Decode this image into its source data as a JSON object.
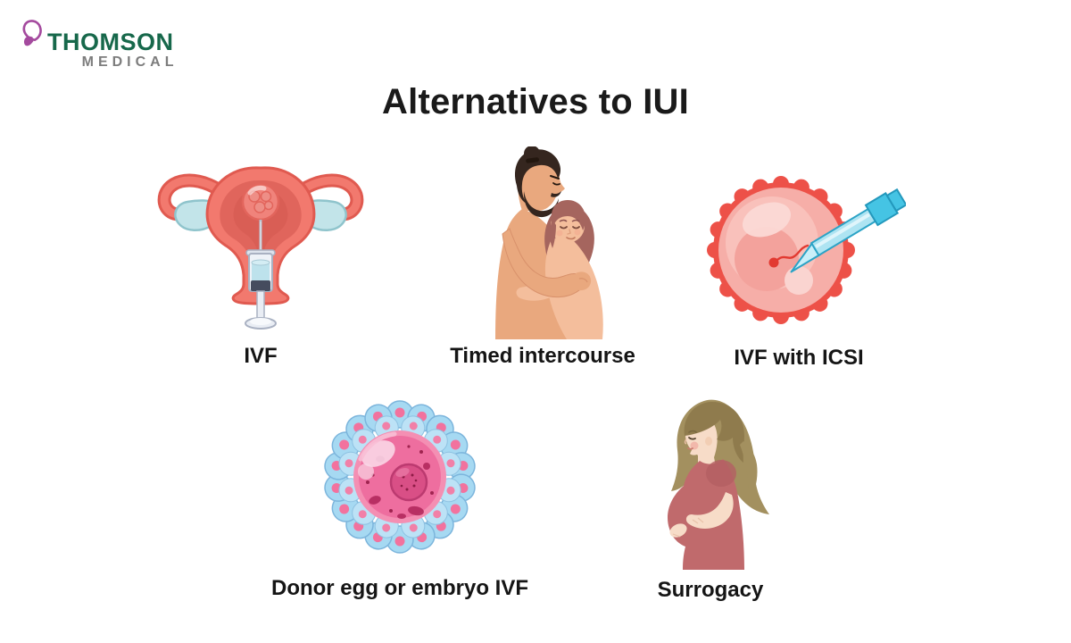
{
  "logo": {
    "name": "THOMSON",
    "subname": "MEDICAL",
    "brand_green": "#17684B",
    "brand_gray": "#7D7D7D",
    "butterfly_purple": "#A44A9E",
    "icon": "butterfly-icon"
  },
  "title": "Alternatives to IUI",
  "items": [
    {
      "label": "IVF",
      "icon": "uterus-insemination-illustration"
    },
    {
      "label": "Timed intercourse",
      "icon": "embracing-couple-illustration"
    },
    {
      "label": "IVF with ICSI",
      "icon": "egg-cell-injection-illustration"
    },
    {
      "label": "Donor egg or embryo IVF",
      "icon": "donor-egg-cell-illustration"
    },
    {
      "label": "Surrogacy",
      "icon": "pregnant-woman-illustration"
    }
  ],
  "colors": {
    "uterus_coral": "#F2796E",
    "uterus_outline": "#E05A50",
    "fimbriae_blue": "#C2E4E9",
    "egg_pink": "#F6AEA8",
    "egg_rim_red": "#ED5148",
    "pipette_blue": "#45C4E4",
    "cumulus_blue": "#A6D9F2",
    "ovum_pink": "#F48FB3",
    "dress_rose": "#C06A6C",
    "background": "#FFFFFF",
    "text_dark": "#151515"
  }
}
